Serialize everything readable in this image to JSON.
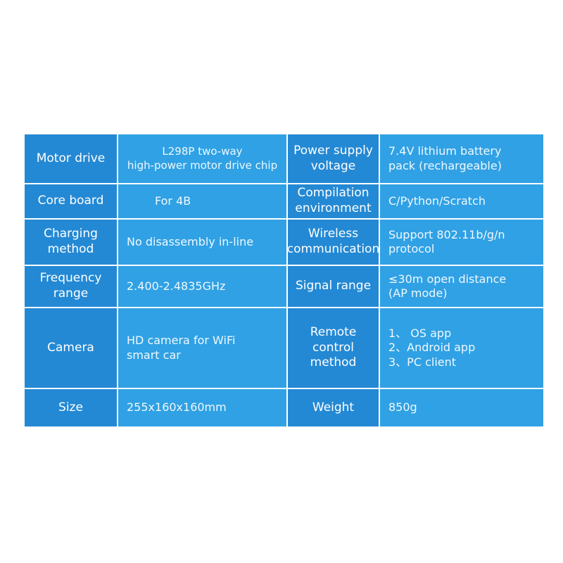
{
  "specs": [
    {
      "label": [
        "Motor drive"
      ],
      "value": [
        "L298P two-way",
        "high-power motor drive chip"
      ]
    },
    {
      "label": [
        "Power supply",
        "voltage"
      ],
      "value": [
        "7.4V lithium battery",
        "pack (rechargeable)"
      ]
    },
    {
      "label": [
        "Core board"
      ],
      "value": [
        "For 4B"
      ]
    },
    {
      "label": [
        "Compilation",
        "environment"
      ],
      "value": [
        "C/Python/Scratch"
      ]
    },
    {
      "label": [
        "Charging",
        "method"
      ],
      "value": [
        "No disassembly in-line"
      ]
    },
    {
      "label": [
        "Wireless",
        "communication"
      ],
      "value": [
        "Support 802.11b/g/n",
        "protocol"
      ]
    },
    {
      "label": [
        "Frequency",
        "range"
      ],
      "value": [
        "2.400-2.4835GHz"
      ]
    },
    {
      "label": [
        "Signal range"
      ],
      "value": [
        "≤30m open distance",
        "(AP mode)"
      ]
    },
    {
      "label": [
        "Camera"
      ],
      "value": [
        "HD camera for WiFi",
        "smart car"
      ]
    },
    {
      "label": [
        "Remote",
        "control",
        "method"
      ],
      "value": [
        "1、 OS app",
        "2、Android app",
        "3、PC client"
      ]
    },
    {
      "label": [
        "Size"
      ],
      "value": [
        "255x160x160mm"
      ]
    },
    {
      "label": [
        "Weight"
      ],
      "value": [
        "850g"
      ]
    }
  ],
  "colors": {
    "label_bg": "#2489d4",
    "value_bg": "#30a1e4",
    "text": "#ffffff"
  }
}
